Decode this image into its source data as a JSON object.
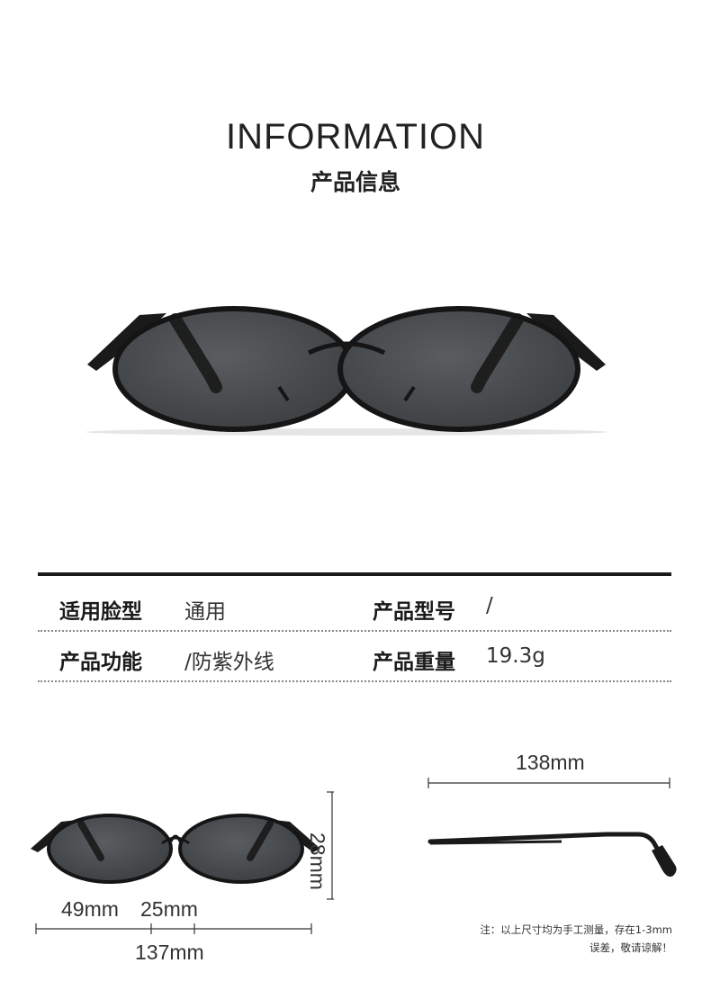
{
  "header": {
    "title": "INFORMATION",
    "subtitle": "产品信息"
  },
  "specs": [
    {
      "label": "适用脸型",
      "value": "通用"
    },
    {
      "label": "产品型号",
      "value": "/"
    },
    {
      "label": "产品功能",
      "value": "/防紫外线"
    },
    {
      "label": "产品重量",
      "value": "19.3g"
    }
  ],
  "dimensions": {
    "lens_width": "49mm",
    "bridge_width": "25mm",
    "frame_width": "137mm",
    "lens_height": "28mm",
    "temple_length": "138mm"
  },
  "note": {
    "line1": "注：以上尺寸均为手工测量，存在1-3mm",
    "line2": "误差，敬请谅解！"
  },
  "colors": {
    "frame": "#1a1a1a",
    "lens": "#4a4d4f",
    "accent": "#1a1a1a"
  }
}
